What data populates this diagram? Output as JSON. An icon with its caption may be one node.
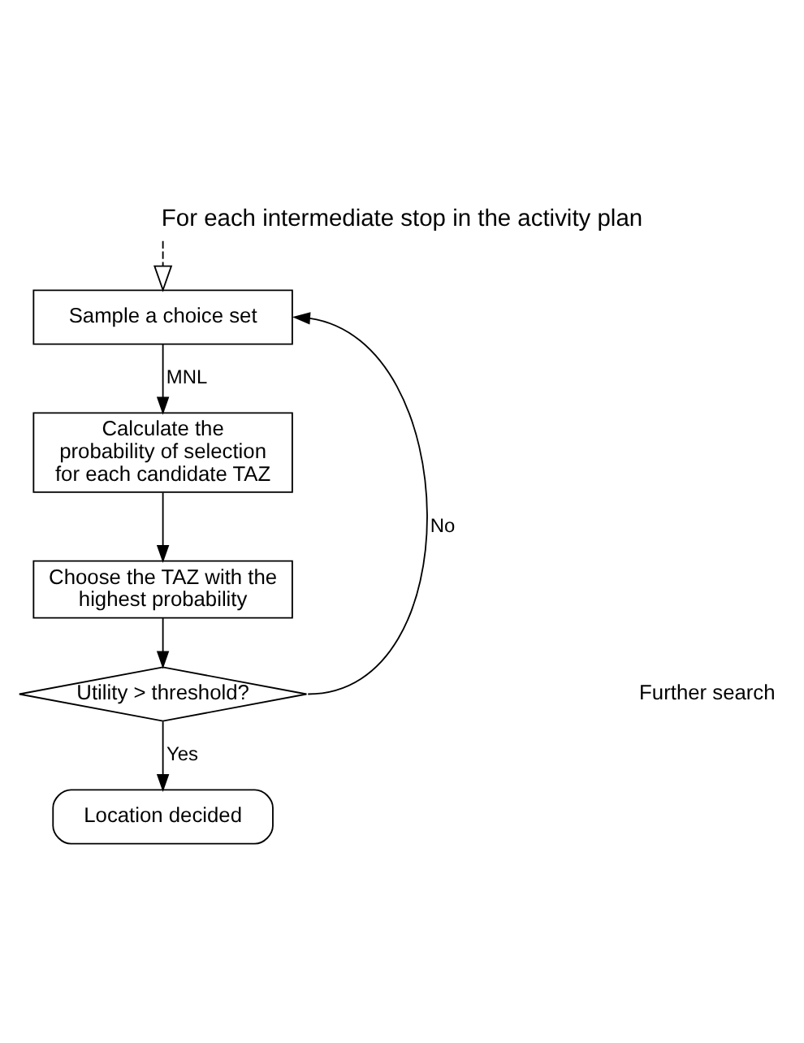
{
  "diagram": {
    "title": "For each intermediate stop in the activity plan",
    "nodes": [
      {
        "text": [
          "Sample a choice set"
        ]
      },
      {
        "text": [
          "Calculate the probability of selection for each candidate TAZ"
        ]
      },
      {
        "text": [
          "Choose the TAZ with the highest probability"
        ]
      },
      {
        "text": [
          "Utility > threshold?"
        ]
      },
      {
        "text": [
          "Location decided"
        ]
      }
    ],
    "edges": [
      {
        "from": null,
        "to": 0,
        "arrow": "to",
        "style": "dashed"
      },
      {
        "from": 0,
        "to": 1,
        "arrow": "to",
        "label": "MNL"
      },
      {
        "from": 1,
        "to": 2,
        "arrow": "to"
      },
      {
        "from": 2,
        "to": 3,
        "arrow": "to"
      },
      {
        "from": 3,
        "to": 4,
        "arrow": "to",
        "label": "Yes"
      },
      {
        "from": 3,
        "to": 0,
        "arrow": "to",
        "label": "No"
      }
    ],
    "labels": [
      "Further search"
    ]
  }
}
